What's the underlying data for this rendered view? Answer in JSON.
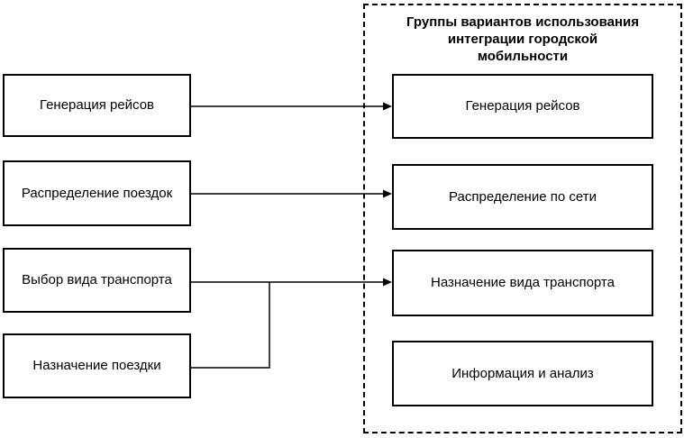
{
  "diagram": {
    "colors": {
      "line": "#000000",
      "background": "#ffffff",
      "box_border": "#000000"
    },
    "left_column": {
      "boxes": [
        {
          "label": "Генерация рейсов"
        },
        {
          "label": "Распределение поездок"
        },
        {
          "label": "Выбор вида транспорта"
        },
        {
          "label": "Назначение поездки"
        }
      ]
    },
    "group_panel": {
      "title": "Группы вариантов использования интеграции городской мобильности",
      "title_lines": [
        "Группы вариантов использования",
        "интеграции городской",
        "мобильности"
      ],
      "boxes": [
        {
          "label": "Генерация рейсов"
        },
        {
          "label": "Распределение по сети"
        },
        {
          "label": "Назначение вида транспорта"
        },
        {
          "label": "Информация и анализ"
        }
      ]
    }
  }
}
